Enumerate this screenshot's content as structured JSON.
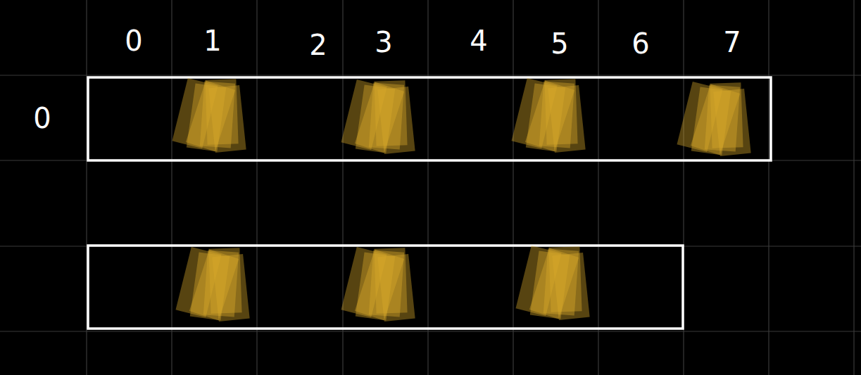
{
  "diagram": {
    "labels": [
      "0",
      "1",
      "2",
      "3",
      "4",
      "5",
      "6",
      "7",
      "0"
    ]
  }
}
